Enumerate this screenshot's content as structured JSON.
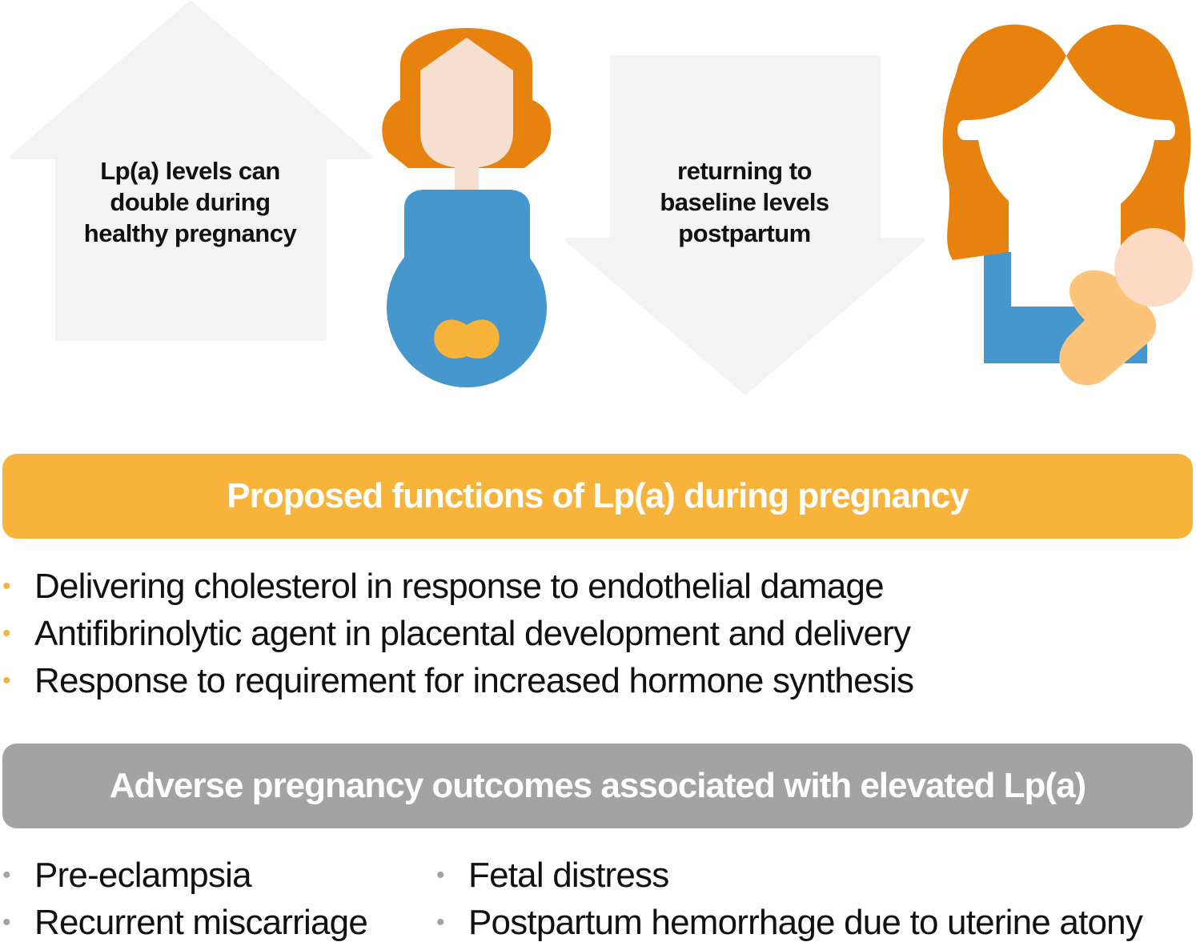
{
  "arrows": {
    "up_text": "Lp(a) levels can\ndouble during\nhealthy pregnancy",
    "down_text": "returning to\nbaseline levels\npostpartum"
  },
  "figures": {
    "pregnant_woman": "pregnant-woman-icon",
    "mother_with_baby": "mother-with-baby-icon"
  },
  "colors": {
    "hair": "#e8820f",
    "skin": "#f7dfd0",
    "shirt": "#4597cd",
    "baby": "#fcc47a",
    "baby_head": "#fddac5",
    "belly_accent": "#f8b43a",
    "arrow_fill": "#f3f3f3",
    "functions_banner": "#f8b43a",
    "outcomes_banner": "#a3a3a3"
  },
  "functions": {
    "title": "Proposed functions of Lp(a) during pregnancy",
    "items": [
      "Delivering cholesterol in response to endothelial damage",
      "Antifibrinolytic agent in placental development and delivery",
      "Response to requirement for increased hormone synthesis"
    ]
  },
  "outcomes": {
    "title": "Adverse pregnancy outcomes associated with elevated Lp(a)",
    "left_items": [
      "Pre-eclampsia",
      "Recurrent miscarriage"
    ],
    "right_items": [
      "Fetal distress",
      "Postpartum hemorrhage due to uterine atony"
    ]
  },
  "bullet": "•"
}
